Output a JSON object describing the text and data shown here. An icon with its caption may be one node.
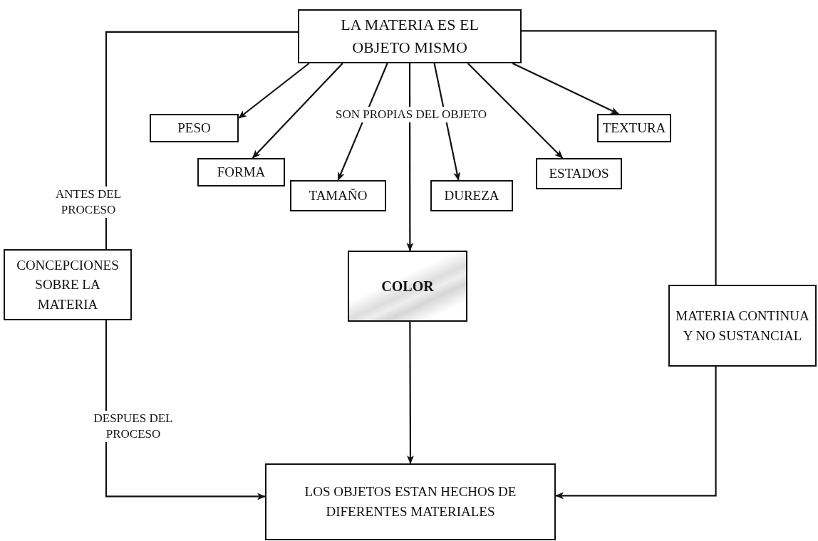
{
  "diagram": {
    "nodes": [
      {
        "text": [
          "LA MATERIA ES EL OBJETO MISMO"
        ]
      },
      {
        "text": [
          "PESO"
        ]
      },
      {
        "text": [
          "FORMA"
        ]
      },
      {
        "text": [
          "TAMAÑO"
        ]
      },
      {
        "text": [
          "DUREZA"
        ]
      },
      {
        "text": [
          "ESTADOS"
        ]
      },
      {
        "text": [
          "TEXTURA"
        ]
      },
      {
        "text": [
          "CONCEPCIONES SOBRE LA MATERIA"
        ]
      },
      {
        "text": [
          "COLOR"
        ]
      },
      {
        "text": [
          "MATERIA CONTINUA Y NO SUSTANCIAL"
        ]
      },
      {
        "text": [
          "LOS OBJETOS ESTAN HECHOS DE DIFERENTES MATERIALES"
        ]
      }
    ],
    "edges": [
      {
        "from": 0,
        "to": 1,
        "arrow": "to"
      },
      {
        "from": 0,
        "to": 2,
        "arrow": "to"
      },
      {
        "from": 0,
        "to": 3,
        "arrow": "to"
      },
      {
        "from": 0,
        "to": 8,
        "arrow": "to"
      },
      {
        "from": 0,
        "to": 4,
        "arrow": "to"
      },
      {
        "from": 0,
        "to": 5,
        "arrow": "to"
      },
      {
        "from": 0,
        "to": 6,
        "arrow": "to"
      },
      {
        "from": 0,
        "to": 7,
        "arrow": "none",
        "label": "ANTES DEL PROCESO"
      },
      {
        "from": 7,
        "to": 10,
        "arrow": "to",
        "label": "DESPUES DEL PROCESO"
      },
      {
        "from": 0,
        "to": 9,
        "arrow": "none"
      },
      {
        "from": 9,
        "to": 10,
        "arrow": "to"
      },
      {
        "from": 8,
        "to": 10,
        "arrow": "to"
      }
    ],
    "labels": [
      "SON PROPIAS DEL OBJETO"
    ]
  }
}
